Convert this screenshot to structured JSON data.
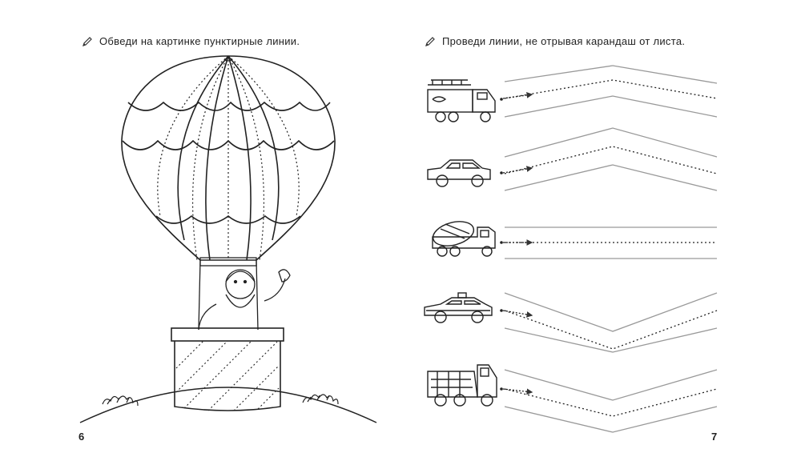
{
  "left_page": {
    "instruction": "Обведи на картинке пунктирные линии.",
    "page_number": "6",
    "pencil_icon": "pencil-icon"
  },
  "right_page": {
    "instruction": "Проведи линии, не отрывая карандаш от листа.",
    "page_number": "7",
    "pencil_icon": "pencil-icon",
    "rows": [
      {
        "vehicle": "fire-truck-icon",
        "pattern": "zigzag"
      },
      {
        "vehicle": "car-icon",
        "pattern": "zigzag"
      },
      {
        "vehicle": "cement-mixer-icon",
        "pattern": "straight"
      },
      {
        "vehicle": "police-car-icon",
        "pattern": "zigzag"
      },
      {
        "vehicle": "dump-truck-icon",
        "pattern": "zigzag"
      }
    ]
  }
}
